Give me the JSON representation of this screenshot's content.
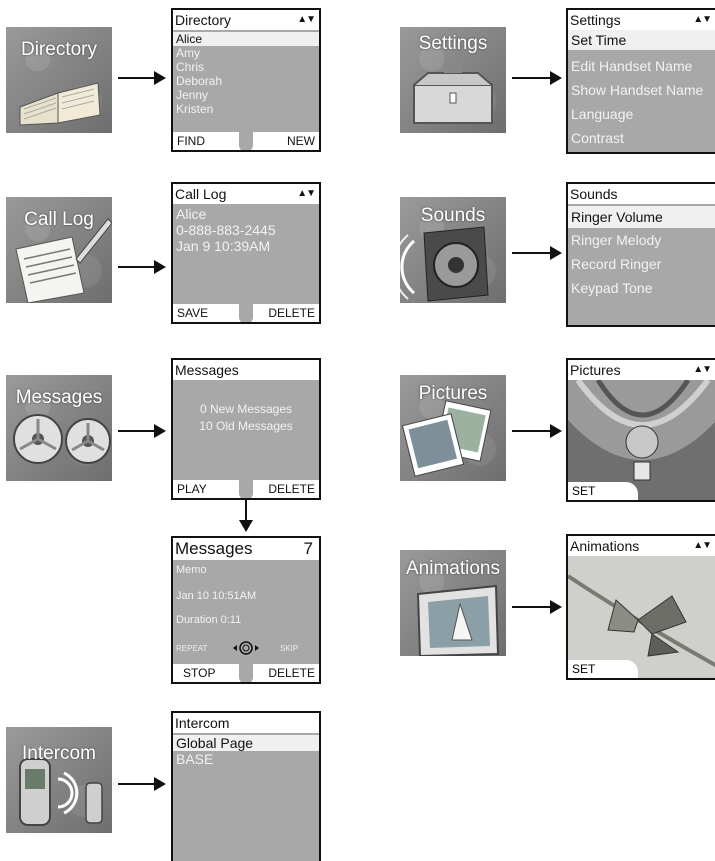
{
  "tiles": {
    "directory": "Directory",
    "call_log": "Call Log",
    "messages": "Messages",
    "intercom": "Intercom",
    "settings": "Settings",
    "sounds": "Sounds",
    "pictures": "Pictures",
    "animations": "Animations"
  },
  "scroll_glyph": "▲▼",
  "screens": {
    "directory": {
      "title": "Directory",
      "items": [
        "Alice",
        "Amy",
        "Chris",
        "Deborah",
        "Jenny",
        "Kristen"
      ],
      "soft_left": "FIND",
      "soft_right": "NEW"
    },
    "call_log": {
      "title": "Call Log",
      "lines": [
        "Alice",
        "0-888-883-2445",
        "Jan 9  10:39AM"
      ],
      "soft_left": "SAVE",
      "soft_right": "DELETE"
    },
    "messages": {
      "title": "Messages",
      "lines": [
        "0 New Messages",
        "10 Old Messages"
      ],
      "soft_left": "PLAY",
      "soft_right": "DELETE"
    },
    "messages_play": {
      "title": "Messages",
      "count": "7",
      "memo": "Memo",
      "date": "Jan 10 10:51AM",
      "duration": "Duration  0:11",
      "repeat": "REPEAT",
      "skip": "SKIP",
      "soft_left": "STOP",
      "soft_right": "DELETE"
    },
    "intercom": {
      "title": "Intercom",
      "items": [
        "Global Page",
        "BASE"
      ]
    },
    "settings": {
      "title": "Settings",
      "items": [
        "Set Time",
        "Edit Handset Name",
        "Show Handset Name",
        "Language",
        "Contrast"
      ]
    },
    "sounds": {
      "title": "Sounds",
      "items": [
        "Ringer Volume",
        "Ringer Melody",
        "Record Ringer",
        "Keypad Tone"
      ]
    },
    "pictures": {
      "title": "Pictures",
      "soft_left": "SET"
    },
    "animations": {
      "title": "Animations",
      "soft_left": "SET"
    }
  }
}
